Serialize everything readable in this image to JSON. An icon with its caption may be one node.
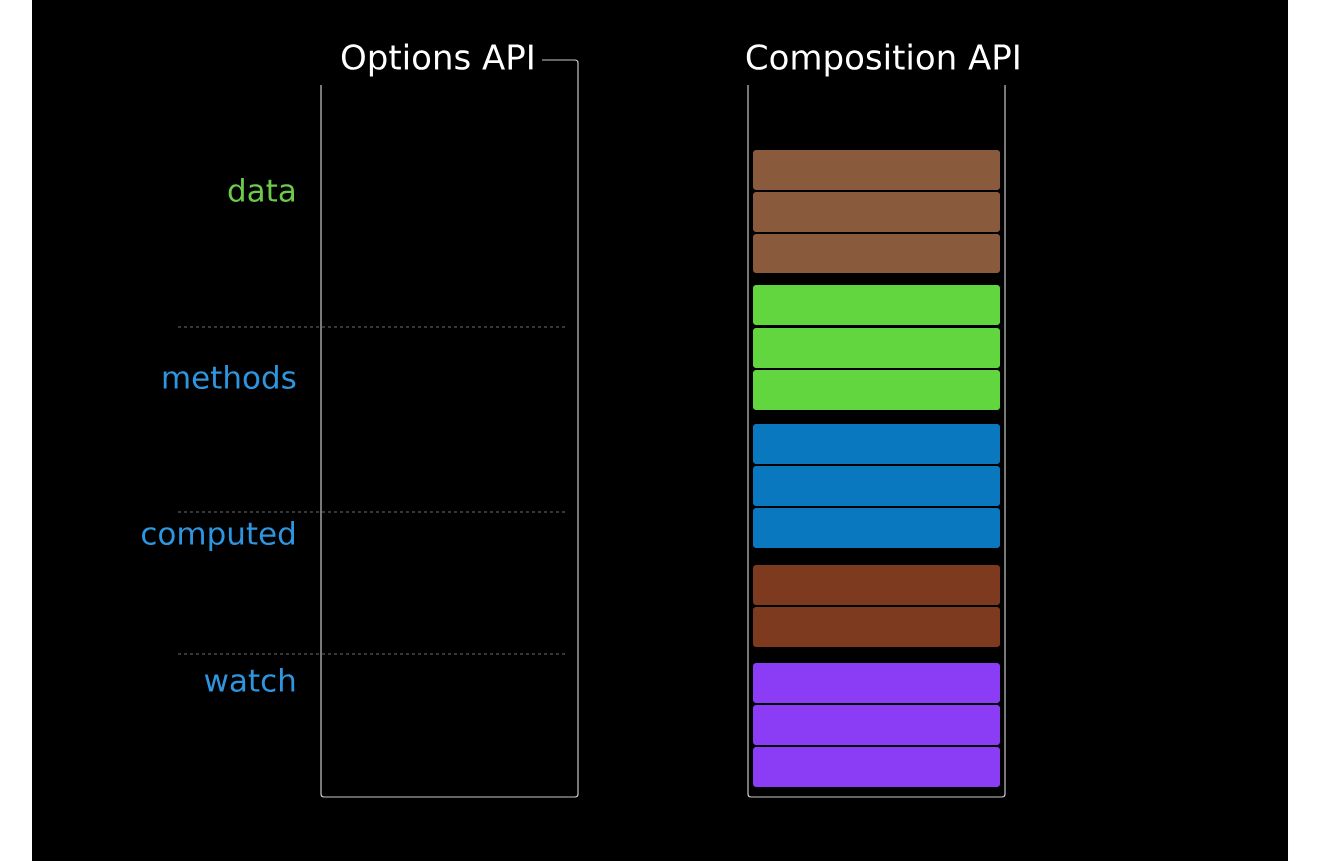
{
  "diagram": {
    "nodes": [
      {
        "text": [
          "Options API"
        ]
      },
      {
        "text": [
          "Composition API"
        ]
      },
      {
        "text": [],
        "shape": "bar",
        "in": 1
      },
      {
        "text": [],
        "shape": "bar",
        "in": 1
      },
      {
        "text": [],
        "shape": "bar",
        "in": 1
      },
      {
        "text": [],
        "shape": "bar",
        "in": 1
      },
      {
        "text": [],
        "shape": "bar",
        "in": 1
      },
      {
        "text": [],
        "shape": "bar",
        "in": 1
      },
      {
        "text": [],
        "shape": "bar",
        "in": 1
      },
      {
        "text": [],
        "shape": "bar",
        "in": 1
      },
      {
        "text": [],
        "shape": "bar",
        "in": 1
      },
      {
        "text": [],
        "shape": "bar",
        "in": 1
      },
      {
        "text": [],
        "shape": "bar",
        "in": 1
      },
      {
        "text": [],
        "shape": "bar",
        "in": 1
      },
      {
        "text": [],
        "shape": "bar",
        "in": 1
      },
      {
        "text": [],
        "shape": "bar",
        "in": 1
      }
    ],
    "edges": [],
    "labels": [
      "data",
      "methods",
      "computed",
      "watch"
    ]
  }
}
